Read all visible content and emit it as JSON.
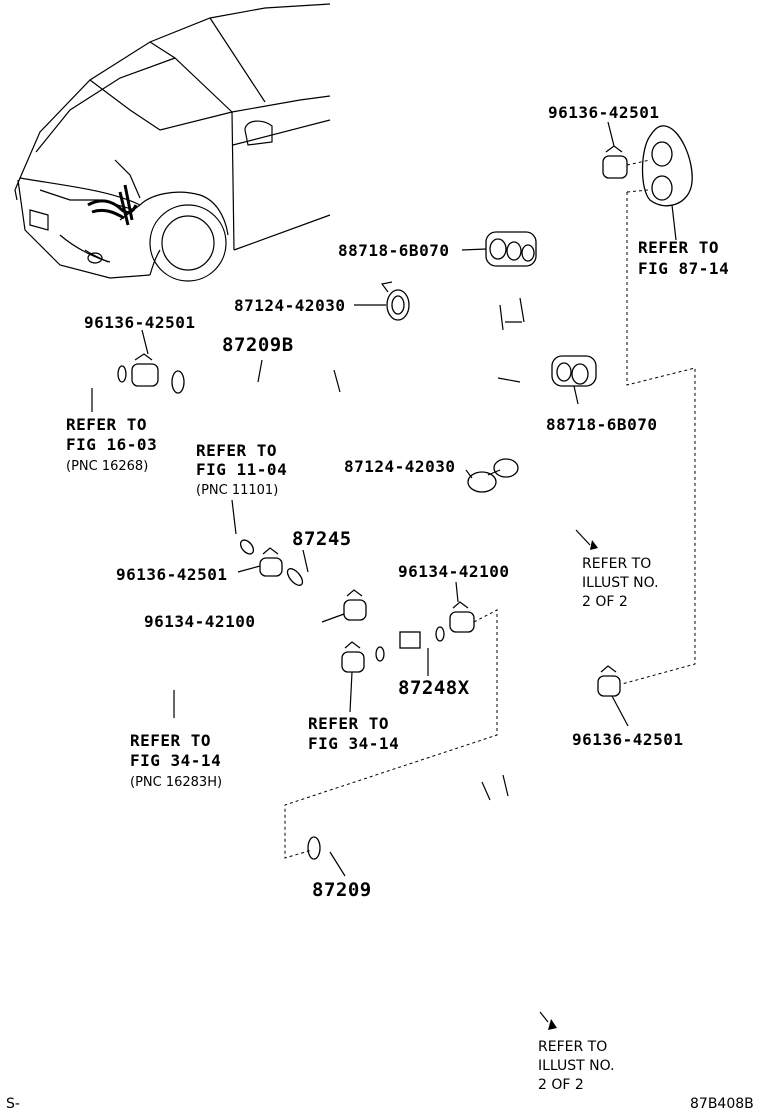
{
  "diagram": {
    "labels": {
      "p_96136_top": "96136-42501",
      "refer_87_14_a": "REFER TO",
      "refer_87_14_b": "FIG 87-14",
      "p_88718_a": "88718-6B070",
      "p_87124_a": "87124-42030",
      "p_96136_left": "96136-42501",
      "p_87209B": "87209B",
      "refer_16_03_a": "REFER TO",
      "refer_16_03_b": "FIG 16-03",
      "refer_16_03_c": "(PNC 16268)",
      "p_88718_b": "88718-6B070",
      "refer_11_04_a": "REFER TO",
      "refer_11_04_b": "FIG 11-04",
      "refer_11_04_c": "(PNC 11101)",
      "p_87124_b": "87124-42030",
      "p_87245": "87245",
      "p_96136_mid": "96136-42501",
      "p_96134_right": "96134-42100",
      "illust_a1": "REFER TO",
      "illust_a2": "ILLUST NO.",
      "illust_a3": "2 OF 2",
      "p_96134_left": "96134-42100",
      "p_87248X": "87248X",
      "refer_34_14_a": "REFER TO",
      "refer_34_14_b": "FIG 34-14",
      "refer_34_14h_a": "REFER TO",
      "refer_34_14h_b": "FIG 34-14",
      "refer_34_14h_c": "(PNC 16283H)",
      "p_96136_bottom": "96136-42501",
      "p_87209": "87209",
      "illust_b1": "REFER TO",
      "illust_b2": "ILLUST NO.",
      "illust_b3": "2 OF 2",
      "footer_left": "S-",
      "footer_right": "87B408B"
    }
  }
}
